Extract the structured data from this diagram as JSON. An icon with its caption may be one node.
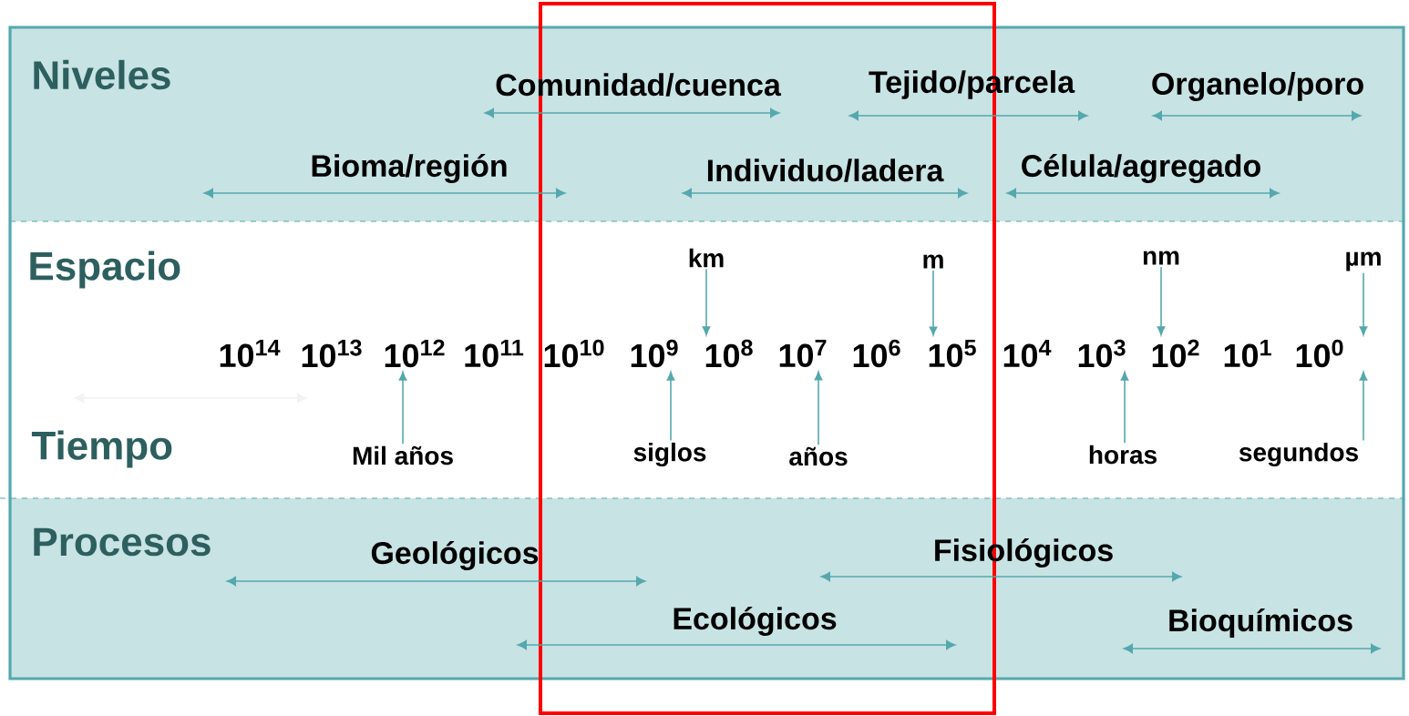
{
  "diagram": {
    "nodes": [
      {
        "text": [
          "km"
        ]
      },
      {
        "text": [
          "m"
        ]
      },
      {
        "text": [
          "nm"
        ]
      },
      {
        "text": [
          "µm"
        ]
      },
      {
        "text": [
          "10$^{14}$"
        ]
      },
      {
        "text": [
          "10$^{13}$"
        ]
      },
      {
        "text": [
          "10$^{12}$"
        ]
      },
      {
        "text": [
          "10$^{11}$"
        ]
      },
      {
        "text": [
          "10$^{10}$"
        ]
      },
      {
        "text": [
          "10$^{9}$"
        ]
      },
      {
        "text": [
          "10$^{8}$"
        ]
      },
      {
        "text": [
          "10$^{7}$"
        ]
      },
      {
        "text": [
          "10$^{6}$"
        ]
      },
      {
        "text": [
          "10$^{5}$"
        ]
      },
      {
        "text": [
          "10$^{4}$"
        ]
      },
      {
        "text": [
          "10$^{3}$"
        ]
      },
      {
        "text": [
          "10$^{2}$"
        ]
      },
      {
        "text": [
          "10$^{1}$"
        ]
      },
      {
        "text": [
          "10$^{0}$"
        ]
      },
      {
        "text": [
          "Mil años"
        ]
      },
      {
        "text": [
          "siglos"
        ]
      },
      {
        "text": [
          "años"
        ]
      },
      {
        "text": [
          "horas"
        ]
      },
      {
        "text": [
          "segundos"
        ]
      }
    ],
    "edges": [
      {
        "from": 0,
        "to": 10,
        "arrow": "to"
      },
      {
        "from": 1,
        "to": 13,
        "arrow": "to"
      },
      {
        "from": 2,
        "to": 16,
        "arrow": "to"
      },
      {
        "from": 3,
        "to": 18,
        "arrow": "to"
      },
      {
        "from": 19,
        "to": 6,
        "arrow": "to"
      },
      {
        "from": 20,
        "to": 9,
        "arrow": "to"
      },
      {
        "from": 21,
        "to": 11,
        "arrow": "to"
      },
      {
        "from": 22,
        "to": 15,
        "arrow": "to"
      },
      {
        "from": 23,
        "to": 18,
        "arrow": "to"
      }
    ],
    "labels": [
      "Niveles",
      "Comunidad/cuenca",
      "Tejido/parcela",
      "Organelo/poro",
      "Bioma/región",
      "Individuo/ladera",
      "Célula/agregado",
      "Espacio",
      "Tiempo",
      "Procesos",
      "Geológicos",
      "Fisiológicos",
      "Ecológicos",
      "Bioquímicos"
    ]
  }
}
